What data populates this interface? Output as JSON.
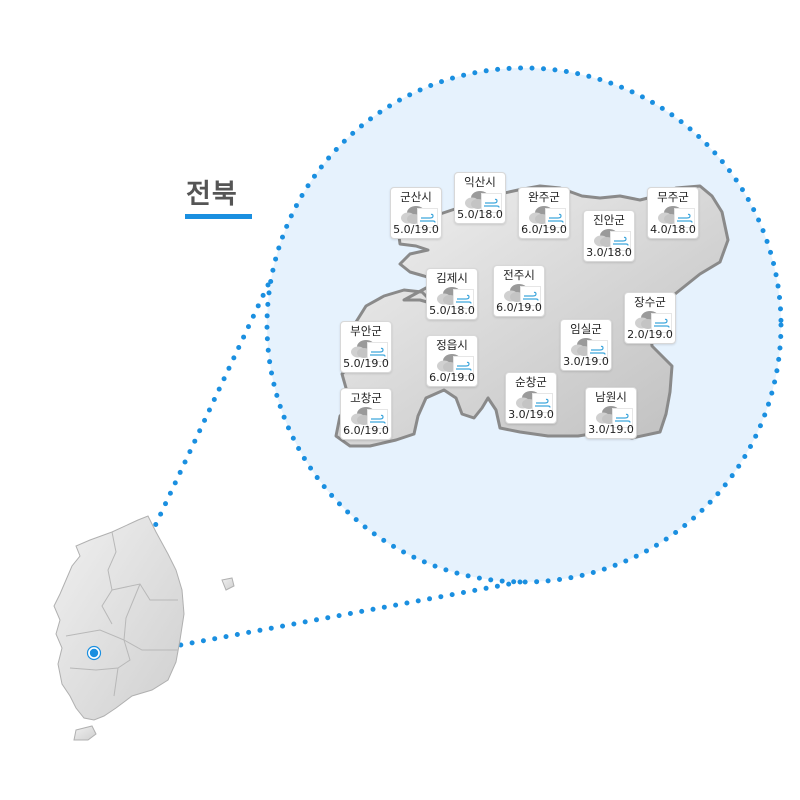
{
  "title": "전북",
  "colors": {
    "accent": "#1a8fe0",
    "zoom_circle_fill": "#e6f2fd",
    "region_fill": "#d9d9d9",
    "region_stroke": "#8a8a8a",
    "korea_map_fill": "#e2e2e2"
  },
  "overview_map": {
    "label": "South Korea overview map",
    "highlight_region": "전북",
    "marker": "location-marker"
  },
  "stations": [
    {
      "name": "군산시",
      "icon": "cloudy-icon",
      "wind_icon": "wind-icon",
      "temp": "5.0/19.0"
    },
    {
      "name": "익산시",
      "icon": "cloudy-icon",
      "wind_icon": "wind-icon",
      "temp": "5.0/18.0"
    },
    {
      "name": "완주군",
      "icon": "cloudy-icon",
      "wind_icon": "wind-icon",
      "temp": "6.0/19.0"
    },
    {
      "name": "진안군",
      "icon": "cloudy-icon",
      "wind_icon": "wind-icon",
      "temp": "3.0/18.0"
    },
    {
      "name": "무주군",
      "icon": "cloudy-icon",
      "wind_icon": "wind-icon",
      "temp": "4.0/18.0"
    },
    {
      "name": "김제시",
      "icon": "cloudy-icon",
      "wind_icon": "wind-icon",
      "temp": "5.0/18.0"
    },
    {
      "name": "전주시",
      "icon": "cloudy-icon",
      "wind_icon": "wind-icon",
      "temp": "6.0/19.0"
    },
    {
      "name": "장수군",
      "icon": "cloudy-icon",
      "wind_icon": "wind-icon",
      "temp": "2.0/19.0"
    },
    {
      "name": "부안군",
      "icon": "cloudy-icon",
      "wind_icon": "wind-icon",
      "temp": "5.0/19.0"
    },
    {
      "name": "정읍시",
      "icon": "cloudy-icon",
      "wind_icon": "wind-icon",
      "temp": "6.0/19.0"
    },
    {
      "name": "임실군",
      "icon": "cloudy-icon",
      "wind_icon": "wind-icon",
      "temp": "3.0/19.0"
    },
    {
      "name": "순창군",
      "icon": "cloudy-icon",
      "wind_icon": "wind-icon",
      "temp": "3.0/19.0"
    },
    {
      "name": "고창군",
      "icon": "cloudy-icon",
      "wind_icon": "wind-icon",
      "temp": "6.0/19.0"
    },
    {
      "name": "남원시",
      "icon": "cloudy-icon",
      "wind_icon": "wind-icon",
      "temp": "3.0/19.0"
    }
  ]
}
